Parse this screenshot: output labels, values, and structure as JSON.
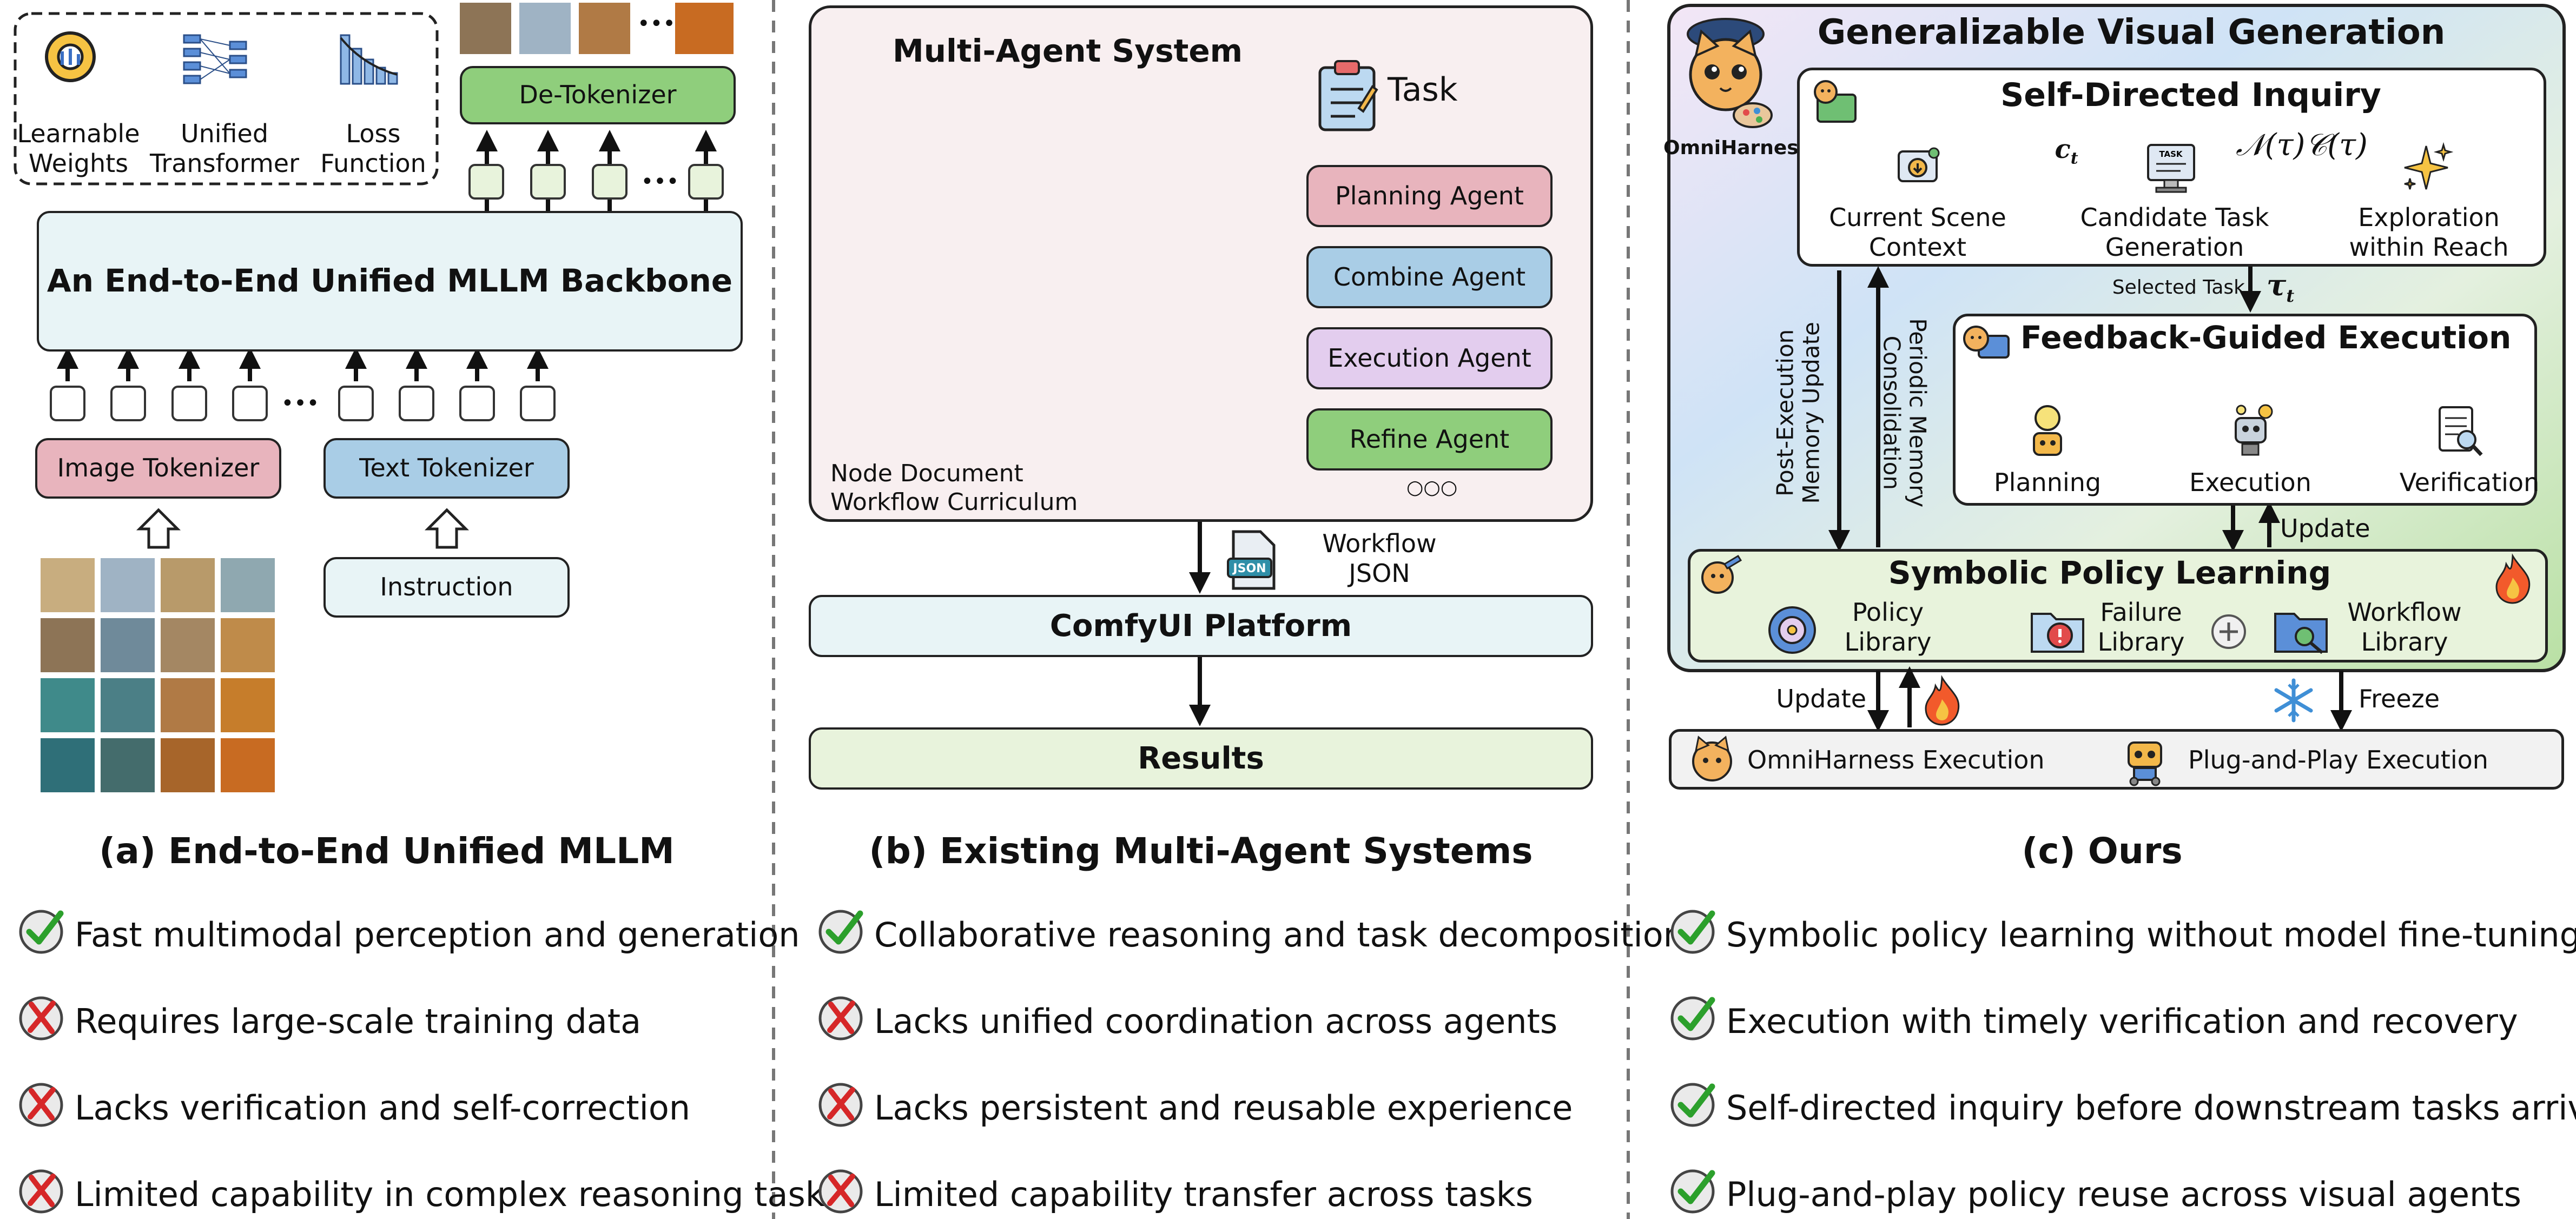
{
  "colors": {
    "red_box": "#e8b4bd",
    "blue_box": "#a9cde6",
    "green_box": "#8fce7c",
    "purple_box": "#e3cdee",
    "light_blue": "#e8f4f6",
    "light_green": "#e8f3dc",
    "pink_panel": "#f8eff0",
    "check_green": "#2ca02c",
    "cross_red": "#d62728"
  },
  "panel_a": {
    "legend": {
      "weights": "Learnable\nWeights",
      "transformer": "Unified\nTransformer",
      "loss": "Loss\nFunction"
    },
    "detokenizer": "De-Tokenizer",
    "backbone": "An End-to-End Unified MLLM Backbone",
    "image_tokenizer": "Image Tokenizer",
    "text_tokenizer": "Text Tokenizer",
    "instruction": "Instruction",
    "title": "(a) End-to-End Unified MLLM",
    "bullets": [
      {
        "icon": "check",
        "text": "Fast multimodal perception and generation"
      },
      {
        "icon": "cross",
        "text": "Requires large-scale training data"
      },
      {
        "icon": "cross",
        "text": "Lacks verification and self-correction"
      },
      {
        "icon": "cross",
        "text": "Limited capability in complex reasoning tasks"
      }
    ]
  },
  "panel_b": {
    "system_title": "Multi-Agent System",
    "task": "Task",
    "agents": [
      "Planning Agent",
      "Combine Agent",
      "Execution Agent",
      "Refine Agent"
    ],
    "box_caption": "Node Document\nWorkflow Curriculum",
    "workflow_json": "Workflow\nJSON",
    "json_icon_text": "JSON",
    "platform": "ComfyUI Platform",
    "results": "Results",
    "title": "(b) Existing Multi-Agent Systems",
    "bullets": [
      {
        "icon": "check",
        "text": "Collaborative reasoning and task decomposition"
      },
      {
        "icon": "cross",
        "text": "Lacks unified coordination across agents"
      },
      {
        "icon": "cross",
        "text": "Lacks persistent and reusable experience"
      },
      {
        "icon": "cross",
        "text": "Limited capability transfer across tasks"
      }
    ]
  },
  "panel_c": {
    "main_title": "Generalizable Visual Generation",
    "mascot_name": "OmniHarness",
    "inquiry": {
      "title": "Self-Directed Inquiry",
      "scene": "Current Scene\nContext",
      "candidate": "Candidate Task\nGeneration",
      "explore": "Exploration\nwithin Reach",
      "ct": "c",
      "ct_sub": "t",
      "formula": "𝒩(τ)𝒞(τ)",
      "task_icon_text": "TASK"
    },
    "selected_task": "Selected Task",
    "tau_t": "τ",
    "tau_sub": "t",
    "post_exec": "Post-Execution\nMemory Update",
    "periodic": "Periodic Memory\nConsolidation",
    "feedback": {
      "title": "Feedback-Guided Execution",
      "planning": "Planning",
      "execution": "Execution",
      "verification": "Verification"
    },
    "update_inner": "Update",
    "symbolic": {
      "title": "Symbolic Policy Learning",
      "policy": "Policy\nLibrary",
      "failure": "Failure\nLibrary",
      "workflow": "Workflow\nLibrary"
    },
    "update_outer": "Update",
    "freeze": "Freeze",
    "omni_exec": "OmniHarness Execution",
    "plug_exec": "Plug-and-Play Execution",
    "title": "(c) Ours",
    "bullets": [
      {
        "icon": "check",
        "text": "Symbolic policy learning without model fine-tuning"
      },
      {
        "icon": "check",
        "text": "Execution with timely verification and recovery"
      },
      {
        "icon": "check",
        "text": "Self-directed inquiry before downstream tasks arrive"
      },
      {
        "icon": "check",
        "text": "Plug-and-play policy reuse across visual agents"
      }
    ]
  }
}
